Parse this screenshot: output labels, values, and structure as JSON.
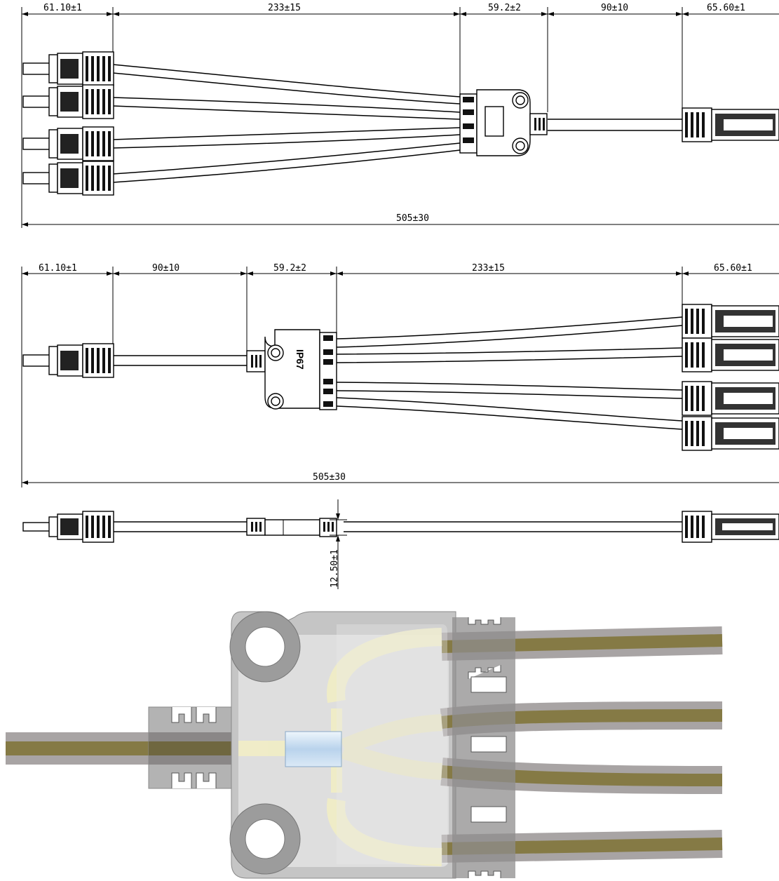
{
  "view_top": {
    "dims": [
      "61.10±1",
      "233±15",
      "59.2±2",
      "90±10",
      "65.60±1"
    ],
    "overall": "505±30"
  },
  "view_middle": {
    "dims": [
      "61.10±1",
      "90±10",
      "59.2±2",
      "233±15",
      "65.60±1"
    ],
    "overall": "505±30",
    "marking": "IP67"
  },
  "view_side": {
    "thickness": "12.50±1"
  },
  "colors": {
    "line": "#000000",
    "housing": "#c8c8c8",
    "housing_light": "#e6e6e6",
    "cable_outer": "#a8a4a4",
    "cable_core": "#857a45",
    "bus_yellow": "#f3efc4",
    "sleeve": "#c7ddf0"
  }
}
